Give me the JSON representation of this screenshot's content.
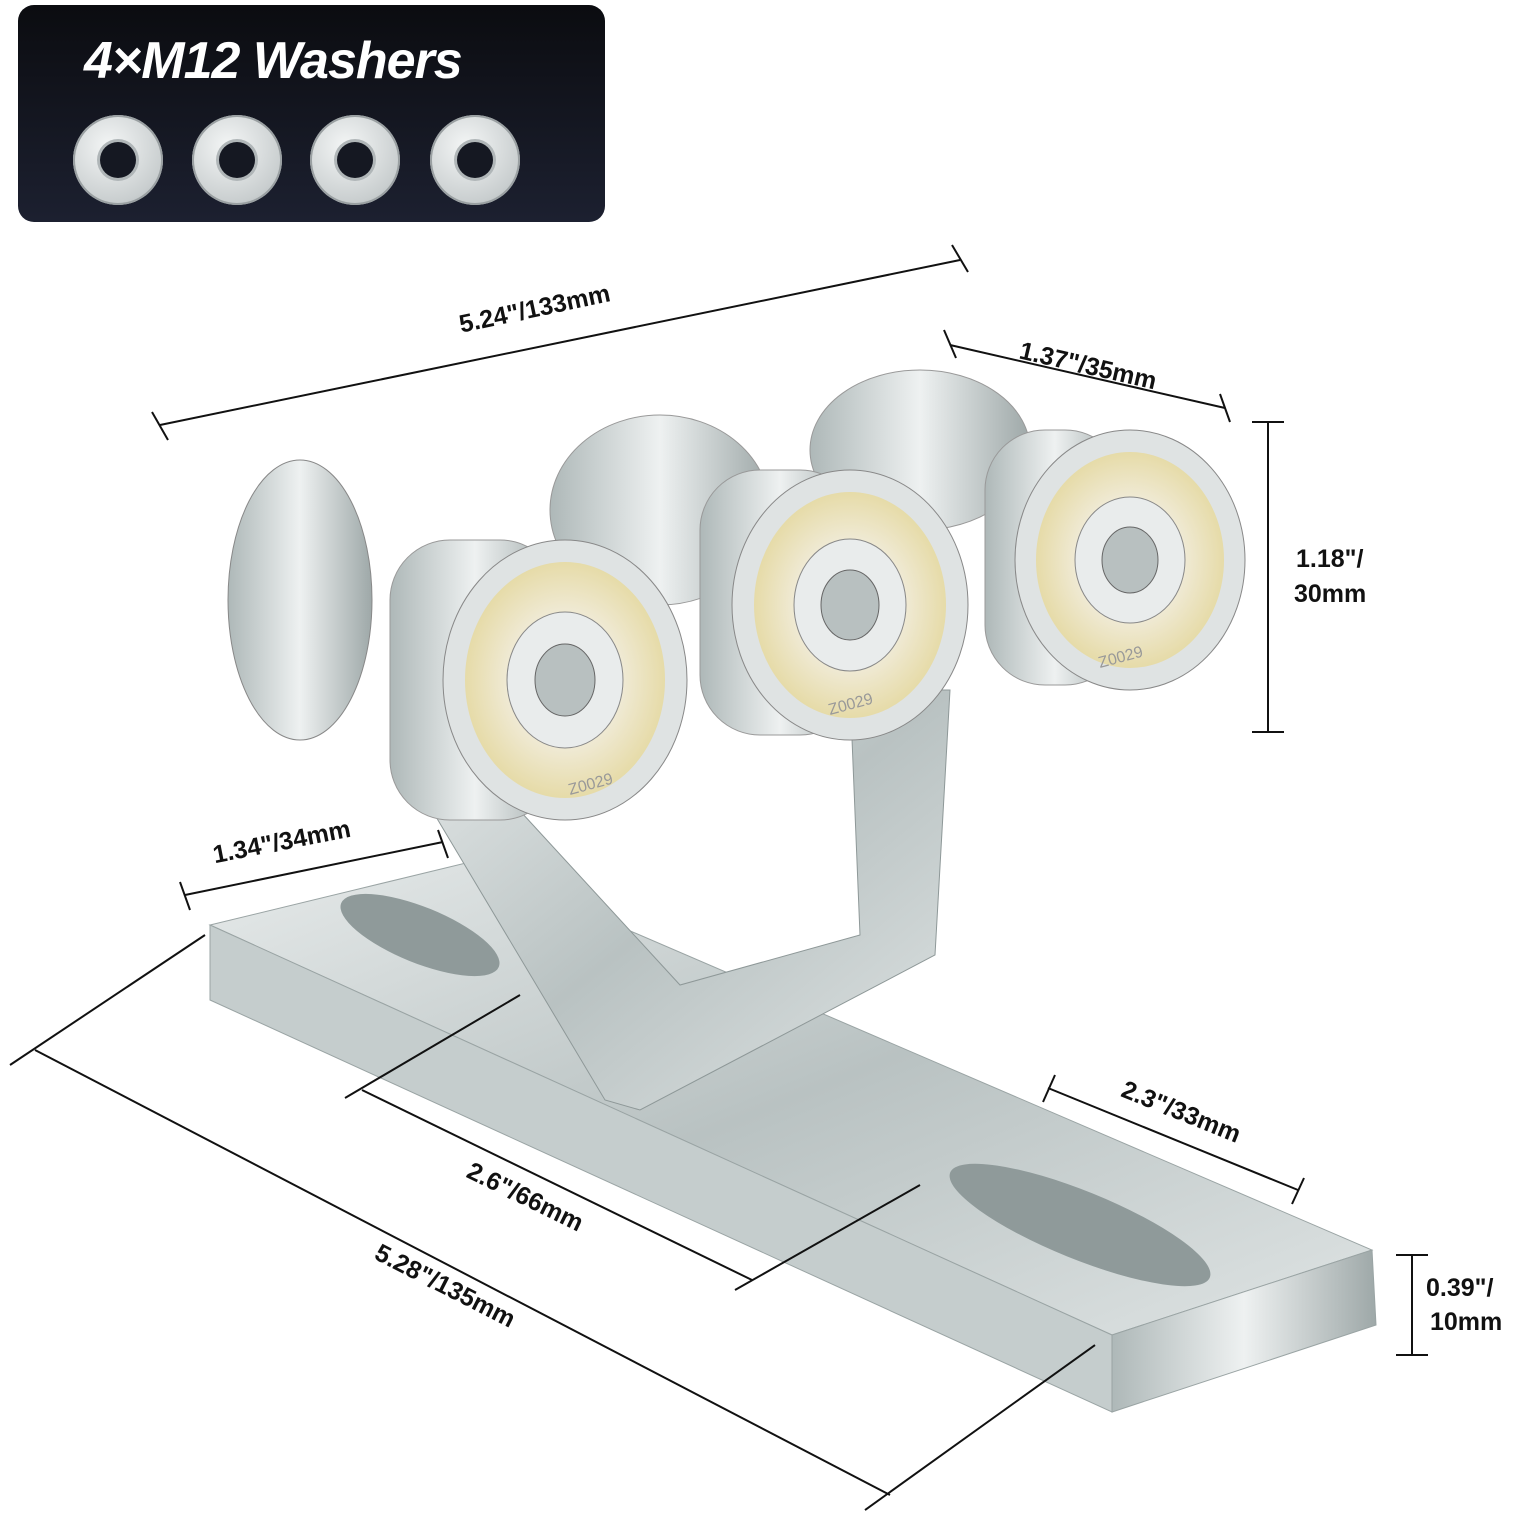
{
  "washers": {
    "title": "4×M12 Washers",
    "count": 4
  },
  "bearing_marking": "Z0029",
  "dimensions": {
    "overall_length_top": "5.24\"/133mm",
    "wheel_width": "1.37\"/35mm",
    "wheel_height_line1": "1.18\"/",
    "wheel_height_line2": "30mm",
    "bracket_width": "1.34\"/34mm",
    "slot_spacing": "2.3\"/33mm",
    "center_length": "2.6\"/66mm",
    "base_length": "5.28\"/135mm",
    "base_thickness_line1": "0.39\"/",
    "base_thickness_line2": "10mm"
  }
}
